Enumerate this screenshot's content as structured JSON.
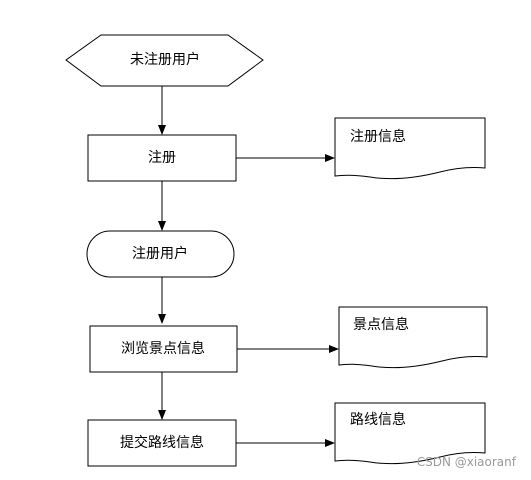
{
  "flowchart": {
    "start": "未注册用户",
    "register": "注册",
    "registered_user": "注册用户",
    "browse": "浏览景点信息",
    "submit_route": "提交路线信息"
  },
  "documents": {
    "registration_info": "注册信息",
    "attraction_info": "景点信息",
    "route_info": "路线信息"
  },
  "watermark": "CSDN @xiaoranf",
  "colors": {
    "stroke": "#000000",
    "background": "#ffffff",
    "watermark": "#9a9a9a"
  }
}
